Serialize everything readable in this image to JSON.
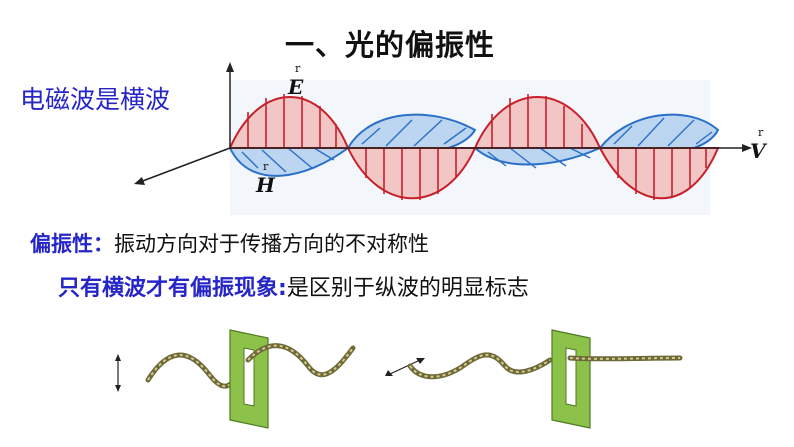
{
  "slide": {
    "title": "一、光的偏振性",
    "subtitle": "电磁波是横波",
    "definition_term": "偏振性",
    "definition_colon": "：",
    "definition_text": "振动方向对于传播方向的不对称性",
    "statement_term": "只有横波才有偏振现象",
    "statement_colon": ":",
    "statement_text": "是区别于纵波的明显标志"
  },
  "diagram": {
    "label_e_vec": "r",
    "label_e": "E",
    "label_h_vec": "r",
    "label_h": "H",
    "label_v_vec": "r",
    "label_v": "V"
  },
  "colors": {
    "e_field_fill": "#f3c6c6",
    "e_field_stroke": "#c8202a",
    "h_field_fill": "#bcd6f2",
    "h_field_stroke": "#2a6fc8",
    "slit_panel": "#8cc24a",
    "text_blue": "#2626c8"
  }
}
